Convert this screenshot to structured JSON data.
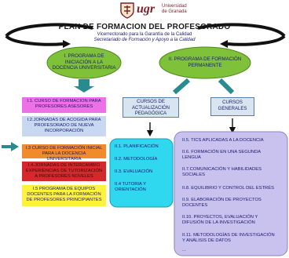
{
  "header": {
    "logo_text": "ugr",
    "university_line1": "Universidad",
    "university_line2": "de Granada",
    "title": "PLAN  DE FORMACION DEL PROFESORADO",
    "subtitle1": "Vicerrectorado para la  Garantía de la Calidad",
    "subtitle2": "Secretariado de Formación y Apoyo a la Calidad"
  },
  "program1": {
    "label": "I. PROGRAMA DE INICIACIÓN A LA DOCENCIA UNIVERSITARIA"
  },
  "program2": {
    "label": "II. PROGRAMA DE FORMACIÓN PERMANENTE"
  },
  "program1_items": [
    {
      "text": "I.1. CURSO DE FORMACION  PARA PROFESORES  ASESORES",
      "color": "#ee70e6"
    },
    {
      "text": "I.2.JORNADAS DE ACOGIDA PARA PROFESORADO DE NUEVA INCORPORACIÓN",
      "color": "#c8d8f0"
    },
    {
      "text": "I.3 CURSO DE FORMACIÓN INICIAL PARA LA DOCENCIA UNIVERSITARIA",
      "color": "#f08a2a"
    },
    {
      "text": "I.4.JORNADAS DE INTERCAMBIO EXPERIENCIAS DE  TUTORIZACIÓN A  PROFESORES NOVELES",
      "color": "#d4282c"
    },
    {
      "text": "I.5  PROGRAMA DE EQUIPOS DOCENTES PARA LA FORMACIÓN DE PROFESORES PRINCIPIANTES",
      "color": "#fff23a"
    }
  ],
  "cursos_actualizacion": {
    "label": "CURSOS  DE  ACTUALIZACIÓN PEDAGÓGICA",
    "items": [
      "II.1. PLANIFICACIÓN",
      "II.2. METODOLOGÍA",
      "II.3. EVALUACIÓN",
      "II.4   TUTORIA Y ORIENTACIÓN"
    ]
  },
  "cursos_generales": {
    "label": "CURSOS GENERALES",
    "items": [
      "II.5. TICS APLICADAS A LA DOCENCIA",
      "II.6. FORMACIÓN EN UNA SEGUNDA LENGUA",
      "II.7.COMUNICACIÓN Y HABILIDADES SOCIALES",
      "II.8. EQUILIBRIO Y CONTROL DEL ESTRÉS",
      "II.9. ELABORACIÓN DE PROYECTOS DOCENTES",
      "II.10. PROYECTOS, EVALUACIÓN Y DIFUSIÓN  DE LA INVESTIGACIÓN",
      "II.11. METODOLOGÍAS DE INVESTIGACIÓN Y  ANÁLISIS DE DATOS",
      "..."
    ]
  },
  "colors": {
    "ellipse_green": "#7fc23a",
    "panel_cyan": "#30d8ef",
    "panel_lavender": "#c9c2ee",
    "title_maroon": "#7a1f2a",
    "arrow_black": "#111111"
  }
}
